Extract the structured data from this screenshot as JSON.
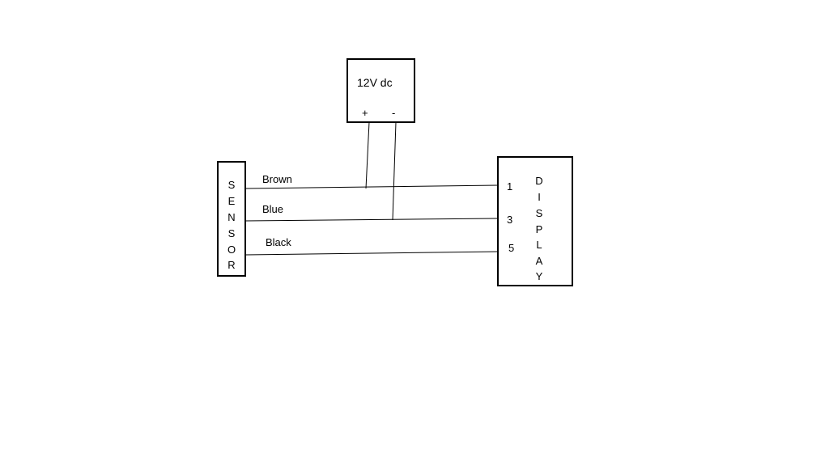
{
  "power_supply": {
    "label": "12V dc",
    "positive": "+",
    "negative": "-"
  },
  "sensor": {
    "letters": [
      "S",
      "E",
      "N",
      "S",
      "O",
      "R"
    ]
  },
  "display": {
    "letters": [
      "D",
      "I",
      "S",
      "P",
      "L",
      "A",
      "Y"
    ],
    "terminals": [
      "1",
      "3",
      "5"
    ]
  },
  "wires": [
    "Brown",
    "Blue",
    "Black"
  ]
}
